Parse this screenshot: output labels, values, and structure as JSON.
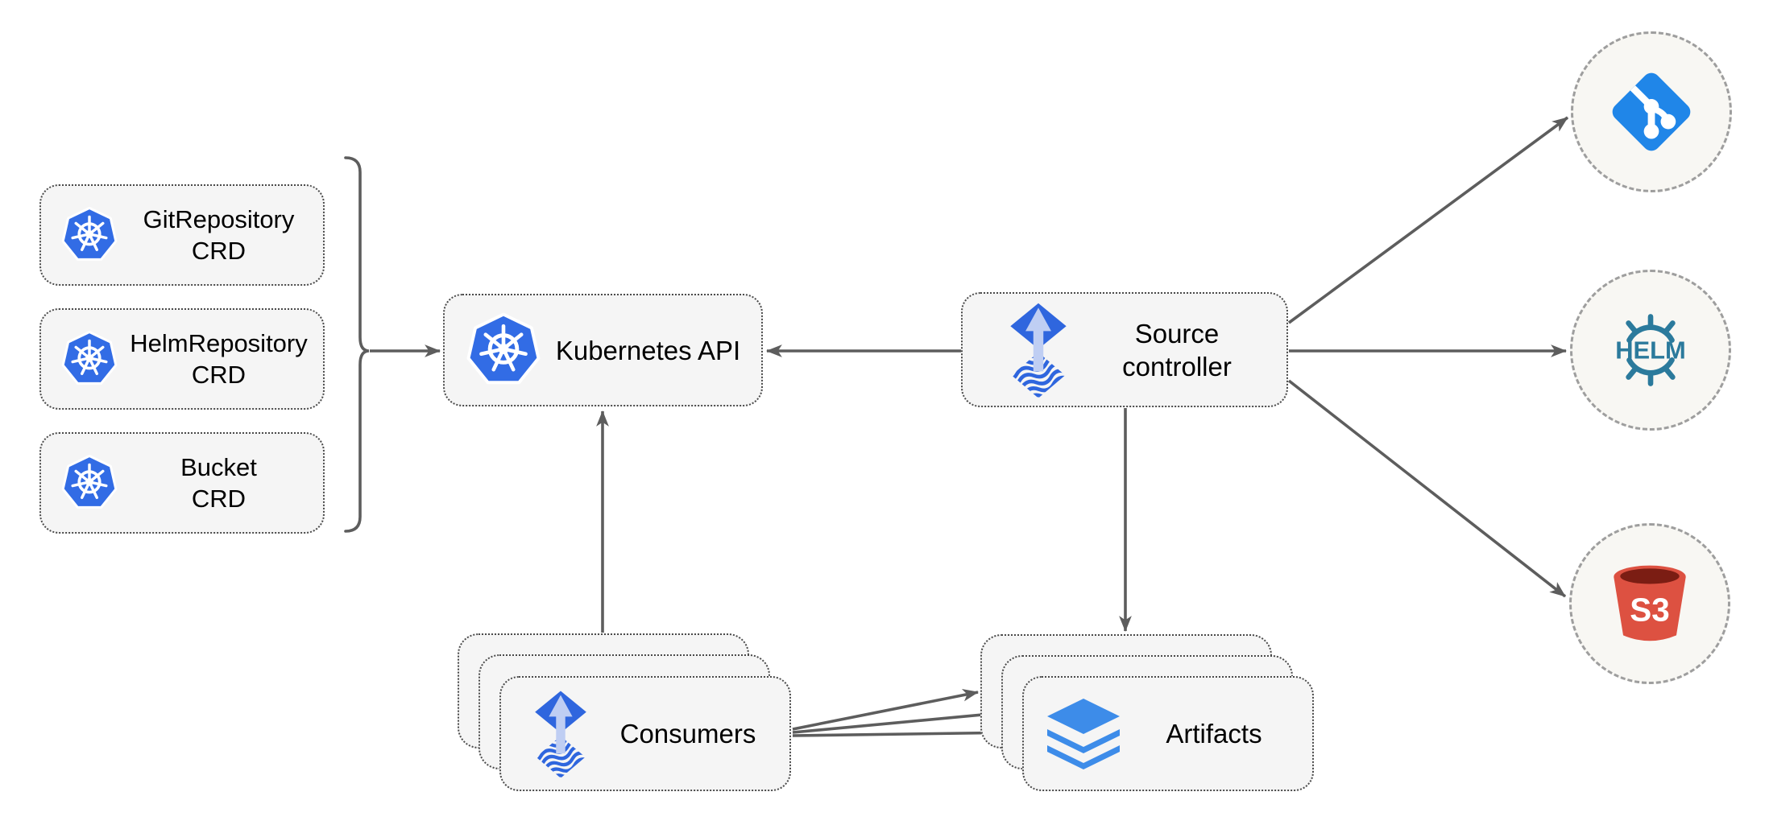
{
  "nodes": {
    "crds": [
      {
        "line1": "GitRepository",
        "line2": "CRD"
      },
      {
        "line1": "HelmRepository",
        "line2": "CRD"
      },
      {
        "line1": "Bucket",
        "line2": "CRD"
      }
    ],
    "kubernetes_api": {
      "label": "Kubernetes API"
    },
    "source_controller": {
      "line1": "Source",
      "line2": "controller"
    },
    "consumers": {
      "label": "Consumers"
    },
    "artifacts": {
      "label": "Artifacts"
    }
  },
  "external_sources": {
    "git": {
      "icon": "git-icon"
    },
    "helm": {
      "icon": "helm-icon",
      "label": "HELM"
    },
    "s3": {
      "icon": "s3-bucket-icon",
      "label": "S3"
    }
  },
  "edges": [
    {
      "from": "crd-bracket",
      "to": "kubernetes-api"
    },
    {
      "from": "source-controller",
      "to": "kubernetes-api"
    },
    {
      "from": "consumers",
      "to": "kubernetes-api"
    },
    {
      "from": "source-controller",
      "to": "artifacts"
    },
    {
      "from": "source-controller",
      "to": "git"
    },
    {
      "from": "source-controller",
      "to": "helm"
    },
    {
      "from": "source-controller",
      "to": "s3"
    },
    {
      "from": "consumers",
      "to": "artifacts",
      "count": 3
    }
  ],
  "colors": {
    "kubernetes_blue": "#326ce5",
    "flux_blue": "#2f66de",
    "flux_arrow_light": "#bfcef3",
    "git_blue": "#2086e8",
    "helm_teal": "#2b7a9c",
    "s3_red": "#dd5141",
    "s3_dark_red": "#7b1d13",
    "layers_blue": "#3d8ce9",
    "connector_gray": "#5d5d5d",
    "box_fill": "#f5f5f5",
    "box_border": "#4a4a4a",
    "circle_fill": "#f8f7f3",
    "circle_border": "#9e9e9e"
  }
}
